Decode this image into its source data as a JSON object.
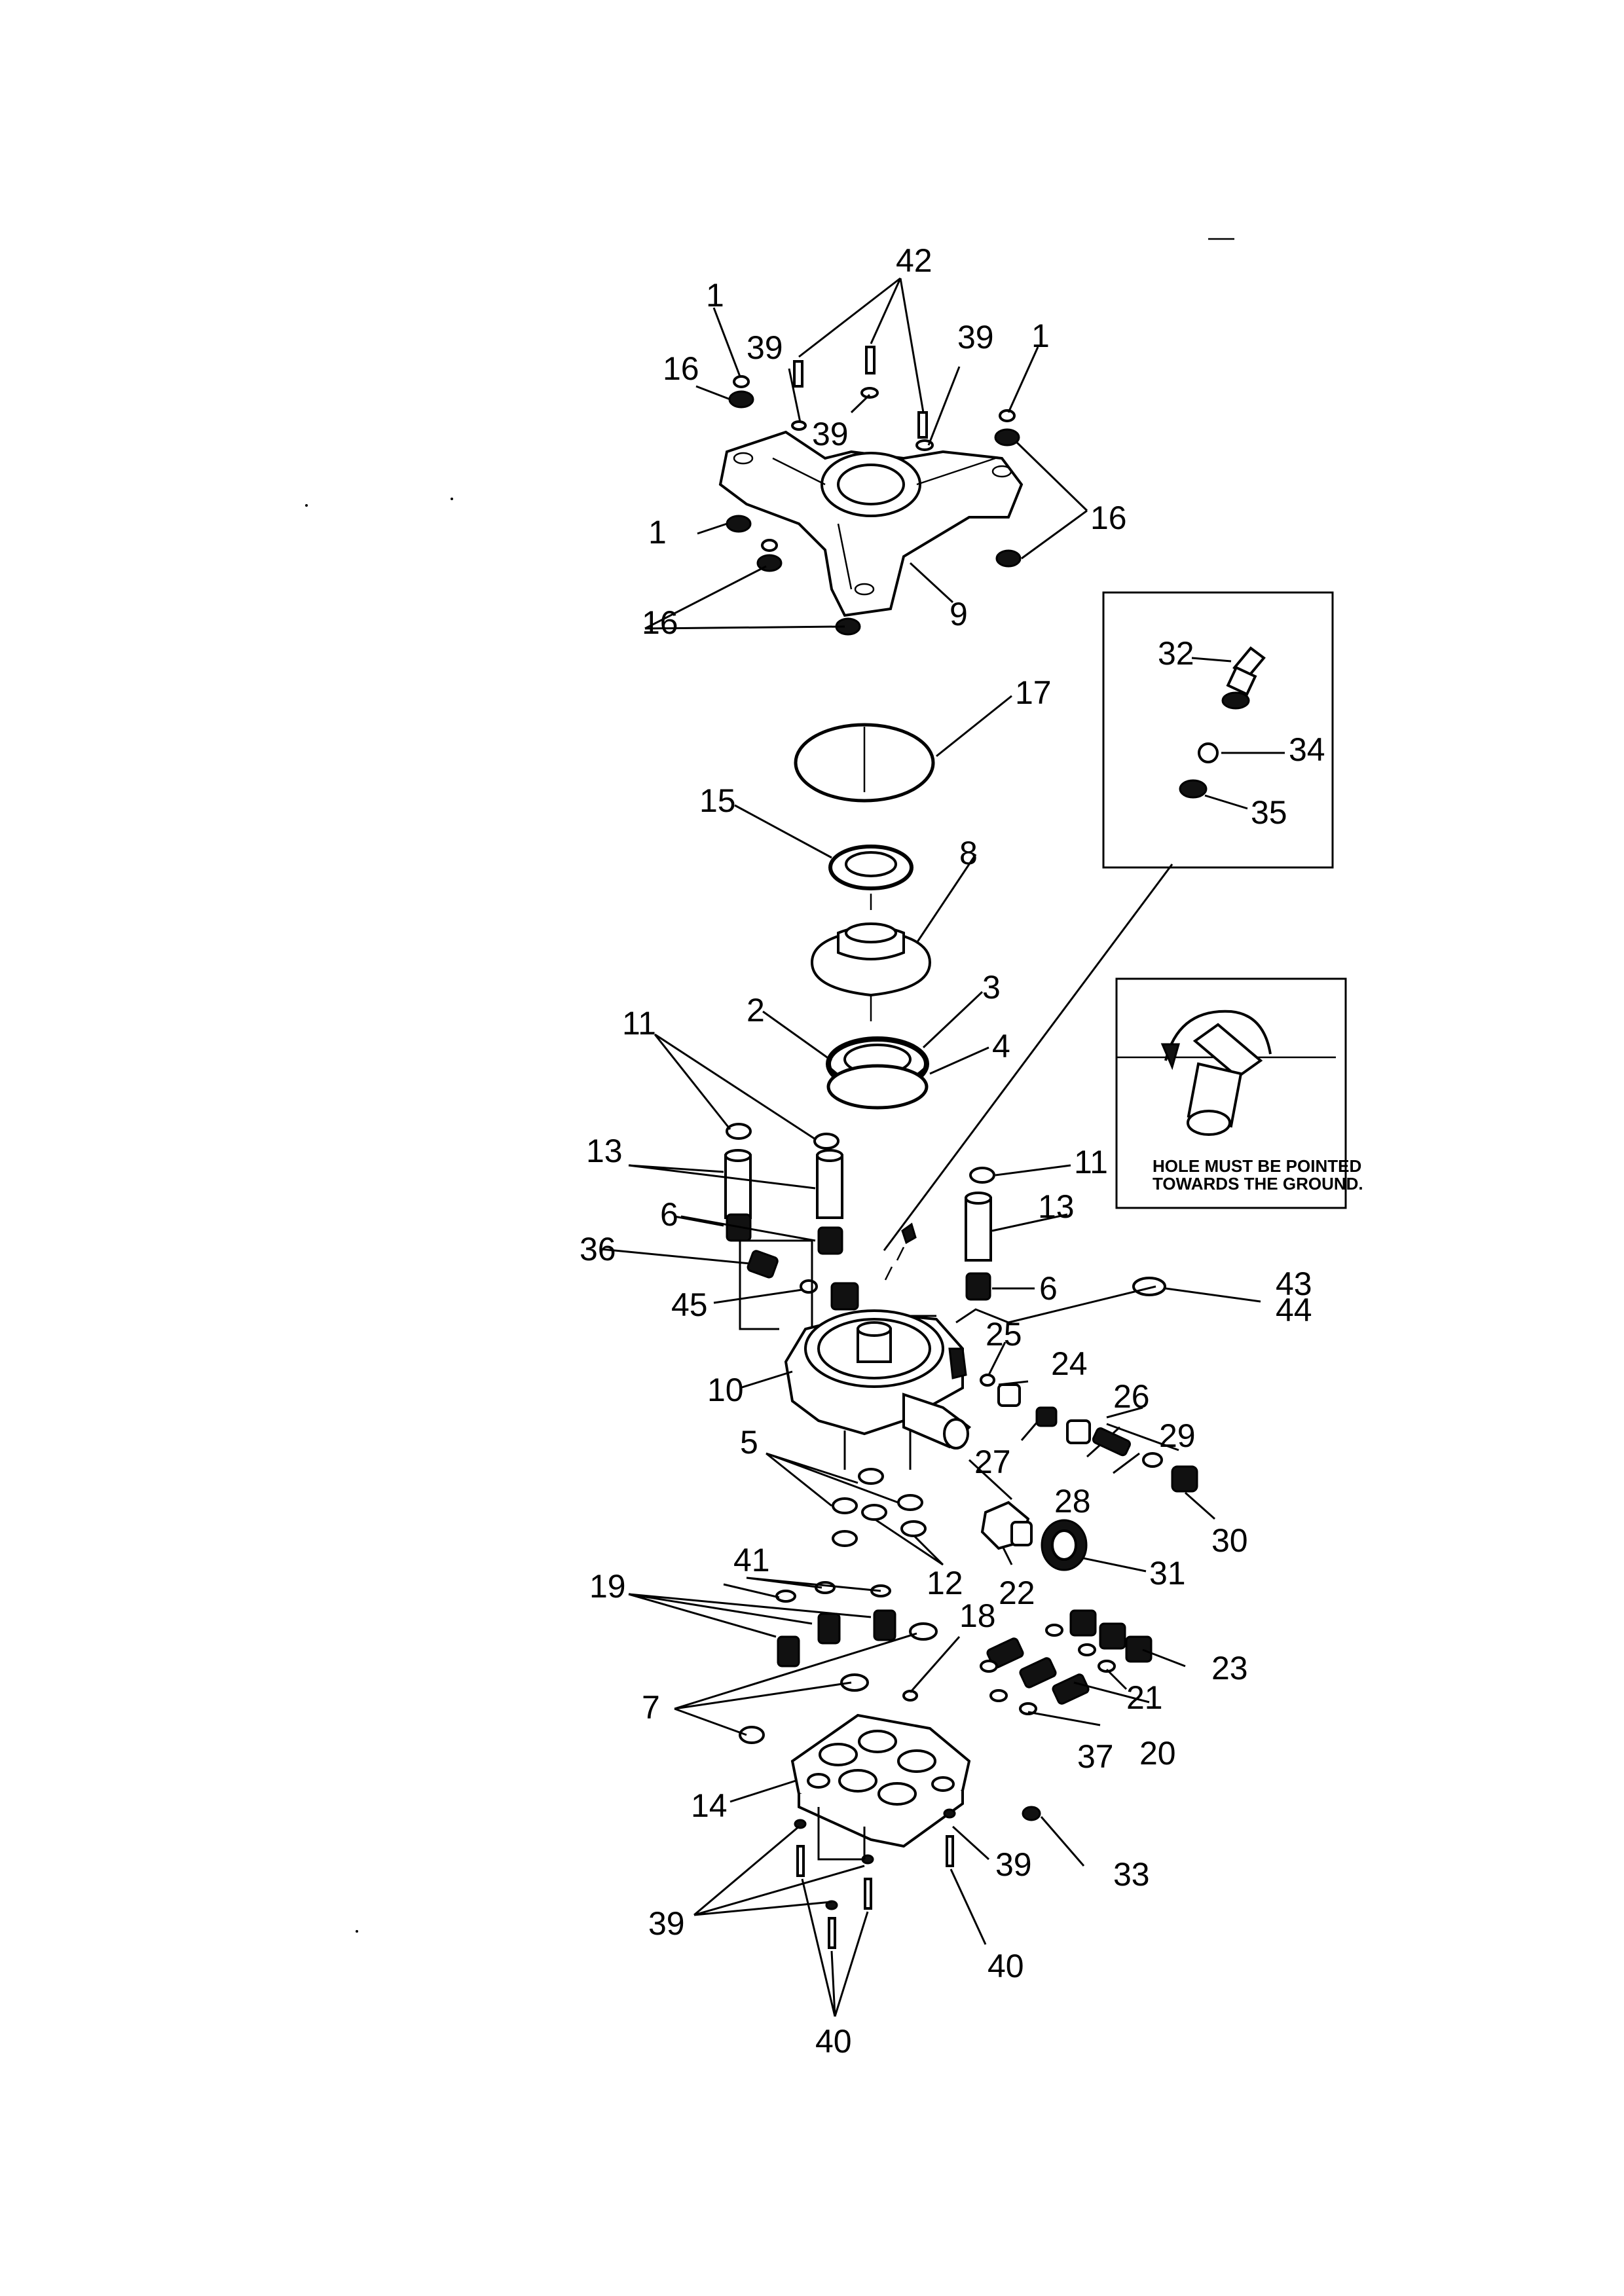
{
  "labels": {
    "p42": "42",
    "p39a": "39",
    "p39b": "39",
    "p39c": "39",
    "p1a": "1",
    "p1b": "1",
    "p1c": "1",
    "p16a": "16",
    "p16b": "16",
    "p16c": "16",
    "p9": "9",
    "p17": "17",
    "p15": "15",
    "p8": "8",
    "p32": "32",
    "p34": "34",
    "p35": "35",
    "p2": "2",
    "p3": "3",
    "p4": "4",
    "p11a": "11",
    "p11b": "11",
    "p13a": "13",
    "p13b": "13",
    "p6a": "6",
    "p6b": "6",
    "p36": "36",
    "p45": "45",
    "p43": "43",
    "p44": "44",
    "p25": "25",
    "p10": "10",
    "p24": "24",
    "p26": "26",
    "p29": "29",
    "p5": "5",
    "p27": "27",
    "p28": "28",
    "p30": "30",
    "p22": "22",
    "p31": "31",
    "p41": "41",
    "p12": "12",
    "p19": "19",
    "p18": "18",
    "p23": "23",
    "p7": "7",
    "p21": "21",
    "p20": "20",
    "p37": "37",
    "p14": "14",
    "p39d": "39",
    "p33": "33",
    "p39e": "39",
    "p40a": "40",
    "p40b": "40"
  },
  "note": {
    "line1": "HOLE MUST BE POINTED",
    "line2": "TOWARDS THE GROUND."
  }
}
